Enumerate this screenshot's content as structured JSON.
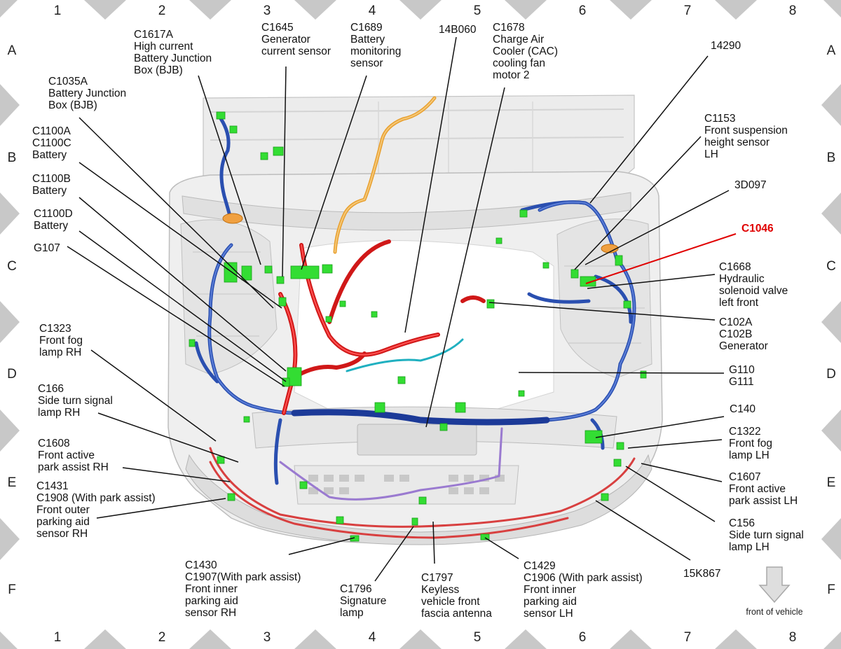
{
  "colors": {
    "harness_blue": "#2a4fb0",
    "harness_red": "#d01818",
    "harness_orange": "#e8a030",
    "harness_cyan": "#20b0c0",
    "harness_purple": "#9a7ad0",
    "connector_green": "#33dd33",
    "highlight": "#e00000"
  },
  "grid": {
    "columns": [
      "1",
      "2",
      "3",
      "4",
      "5",
      "6",
      "7",
      "8"
    ],
    "rows": [
      "A",
      "B",
      "C",
      "D",
      "E",
      "F"
    ]
  },
  "labels": {
    "c1617a": [
      "C1617A",
      "High current",
      "Battery Junction",
      "Box (BJB)"
    ],
    "c1645": [
      "C1645",
      "Generator",
      "current sensor"
    ],
    "c1689": [
      "C1689",
      "Battery",
      "monitoring",
      "sensor"
    ],
    "p14b060": [
      "14B060"
    ],
    "c1678": [
      "C1678",
      "Charge Air",
      "Cooler (CAC)",
      "cooling fan",
      "motor 2"
    ],
    "p14290": [
      "14290"
    ],
    "c1035a": [
      "C1035A",
      "Battery Junction",
      "Box (BJB)"
    ],
    "c1100a": [
      "C1100A",
      "C1100C",
      "Battery"
    ],
    "c1100b": [
      "C1100B",
      "Battery"
    ],
    "c1100d": [
      "C1100D",
      "Battery"
    ],
    "g107": [
      "G107"
    ],
    "c1323": [
      "C1323",
      "Front fog",
      "lamp RH"
    ],
    "c166": [
      "C166",
      "Side turn signal",
      "lamp RH"
    ],
    "c1608": [
      "C1608",
      "Front active",
      "park assist RH"
    ],
    "c1431": [
      "C1431",
      "C1908 (With park assist)",
      "Front outer",
      "parking aid",
      "sensor RH"
    ],
    "c1153": [
      "C1153",
      "Front suspension",
      "height sensor",
      "LH"
    ],
    "p3d097": [
      "3D097"
    ],
    "c1046": [
      "C1046"
    ],
    "c1668": [
      "C1668",
      "Hydraulic",
      "solenoid valve",
      "left front"
    ],
    "c102a": [
      "C102A",
      "C102B",
      "Generator"
    ],
    "g110": [
      "G110",
      "G111"
    ],
    "c140": [
      "C140"
    ],
    "c1322": [
      "C1322",
      "Front fog",
      "lamp LH"
    ],
    "c1607": [
      "C1607",
      "Front active",
      "park assist LH"
    ],
    "c156": [
      "C156",
      "Side turn signal",
      "lamp LH"
    ],
    "p15k867": [
      "15K867"
    ],
    "c1430": [
      "C1430",
      "C1907(With park assist)",
      "Front inner",
      "parking aid",
      "sensor RH"
    ],
    "c1796": [
      "C1796",
      "Signature",
      "lamp"
    ],
    "c1797": [
      "C1797",
      "Keyless",
      "vehicle front",
      "fascia antenna"
    ],
    "c1429": [
      "C1429",
      "C1906 (With park assist)",
      "Front inner",
      "parking aid",
      "sensor LH"
    ]
  },
  "front_of_vehicle": "front of vehicle"
}
